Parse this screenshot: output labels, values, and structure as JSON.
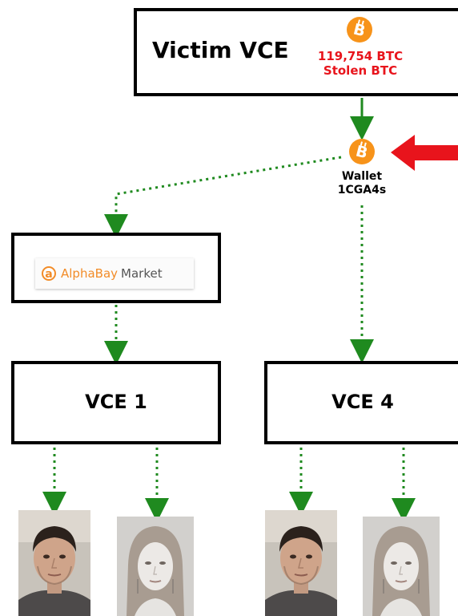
{
  "colors": {
    "stolen_text": "#e8141c",
    "flow_arrow": "#1f8a1f",
    "pointer_arrow": "#e8141c",
    "bitcoin_orange": "#f7931a",
    "alphabay_orange": "#f28c28"
  },
  "victim": {
    "label": "Victim VCE",
    "amount": "119,754 BTC",
    "caption": "Stolen BTC",
    "icon": "bitcoin-icon"
  },
  "wallet": {
    "label": "Wallet",
    "address": "1CGA4s",
    "icon": "bitcoin-icon"
  },
  "alphabay": {
    "letter": "a",
    "name_part1": "AlphaBay",
    "name_part2": "Market"
  },
  "exchanges": [
    {
      "label": "VCE 1"
    },
    {
      "label": "VCE 4"
    }
  ],
  "persons": [
    {
      "name": "male-portrait"
    },
    {
      "name": "female-portrait"
    },
    {
      "name": "male-portrait"
    },
    {
      "name": "female-portrait"
    }
  ]
}
